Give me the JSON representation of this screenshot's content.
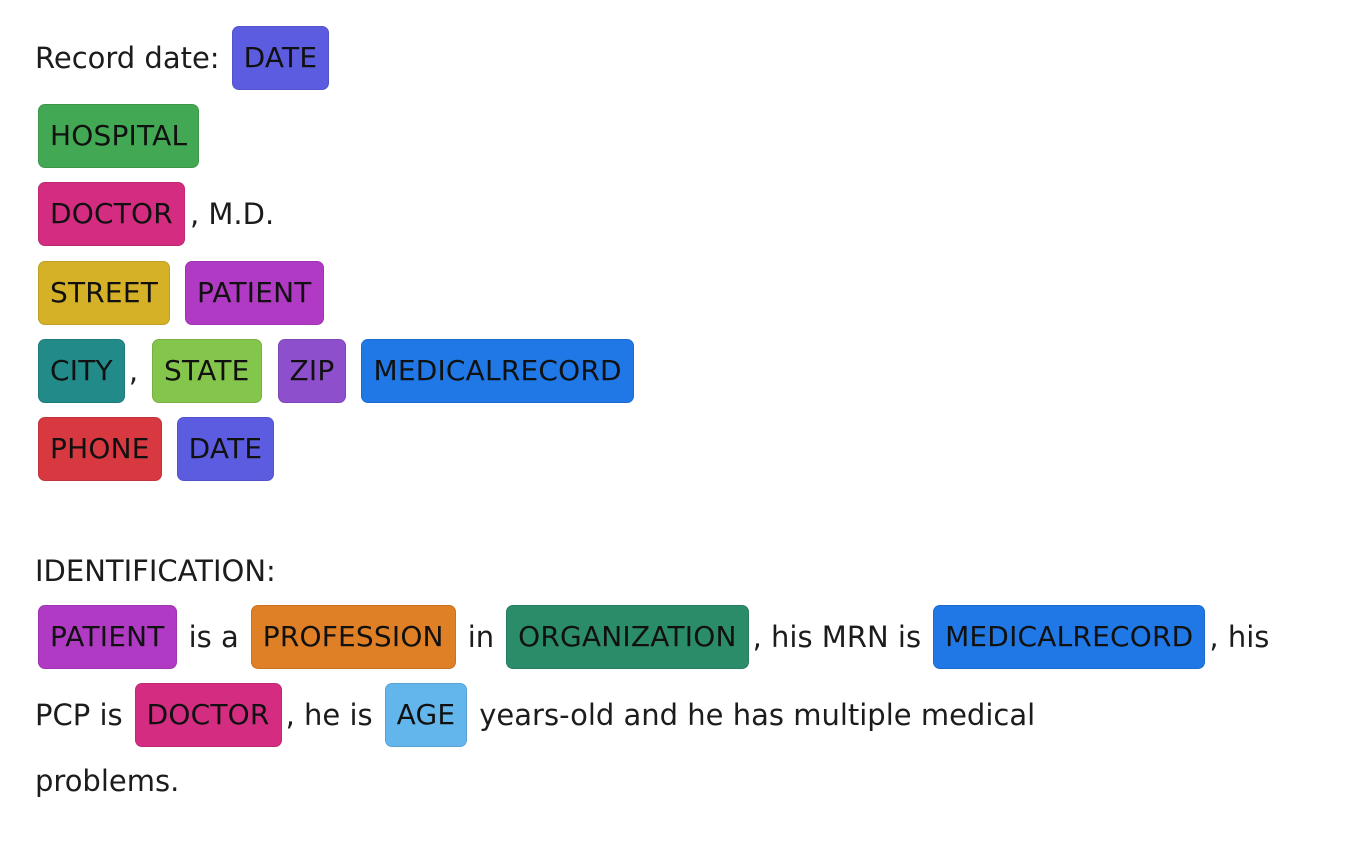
{
  "lines": [
    {
      "segments": [
        {
          "type": "text",
          "value": "Record date:"
        },
        {
          "type": "tag",
          "label": "DATE",
          "color": "#5c5ce0"
        }
      ]
    },
    {
      "segments": [
        {
          "type": "tag",
          "label": "HOSPITAL",
          "color": "#43a853"
        }
      ]
    },
    {
      "segments": [
        {
          "type": "tag",
          "label": "DOCTOR",
          "color": "#d42c80"
        },
        {
          "type": "text",
          "value": ", M.D."
        }
      ]
    },
    {
      "segments": [
        {
          "type": "tag",
          "label": "STREET",
          "color": "#d4b126"
        },
        {
          "type": "tag",
          "label": "PATIENT",
          "color": "#b03ac4"
        }
      ]
    },
    {
      "segments": [
        {
          "type": "tag",
          "label": "CITY",
          "color": "#238a8a"
        },
        {
          "type": "text",
          "value": ","
        },
        {
          "type": "tag",
          "label": "STATE",
          "color": "#84c54b"
        },
        {
          "type": "tag",
          "label": "ZIP",
          "color": "#8e4fcc"
        },
        {
          "type": "tag",
          "label": "MEDICALRECORD",
          "color": "#1f78e6"
        }
      ]
    },
    {
      "segments": [
        {
          "type": "tag",
          "label": "PHONE",
          "color": "#d83840"
        },
        {
          "type": "tag",
          "label": "DATE",
          "color": "#5c5ce0"
        }
      ]
    },
    {
      "segments": [
        {
          "type": "text",
          "value": "IDENTIFICATION:"
        }
      ]
    },
    {
      "segments": [
        {
          "type": "tag",
          "label": "PATIENT",
          "color": "#b03ac4"
        },
        {
          "type": "text",
          "value": "is a"
        },
        {
          "type": "tag",
          "label": "PROFESSION",
          "color": "#df7f26"
        },
        {
          "type": "text",
          "value": "in"
        },
        {
          "type": "tag",
          "label": "ORGANIZATION",
          "color": "#2b8c6a"
        },
        {
          "type": "text",
          "value": ", his MRN is"
        },
        {
          "type": "tag",
          "label": "MEDICALRECORD",
          "color": "#1f78e6"
        },
        {
          "type": "text",
          "value": ", his"
        }
      ]
    },
    {
      "segments": [
        {
          "type": "text",
          "value": "PCP is"
        },
        {
          "type": "tag",
          "label": "DOCTOR",
          "color": "#d42c80"
        },
        {
          "type": "text",
          "value": ", he is"
        },
        {
          "type": "tag",
          "label": "AGE",
          "color": "#62b6ec"
        },
        {
          "type": "text",
          "value": "years-old and he has multiple medical"
        }
      ]
    },
    {
      "segments": [
        {
          "type": "text",
          "value": "problems."
        }
      ]
    }
  ]
}
